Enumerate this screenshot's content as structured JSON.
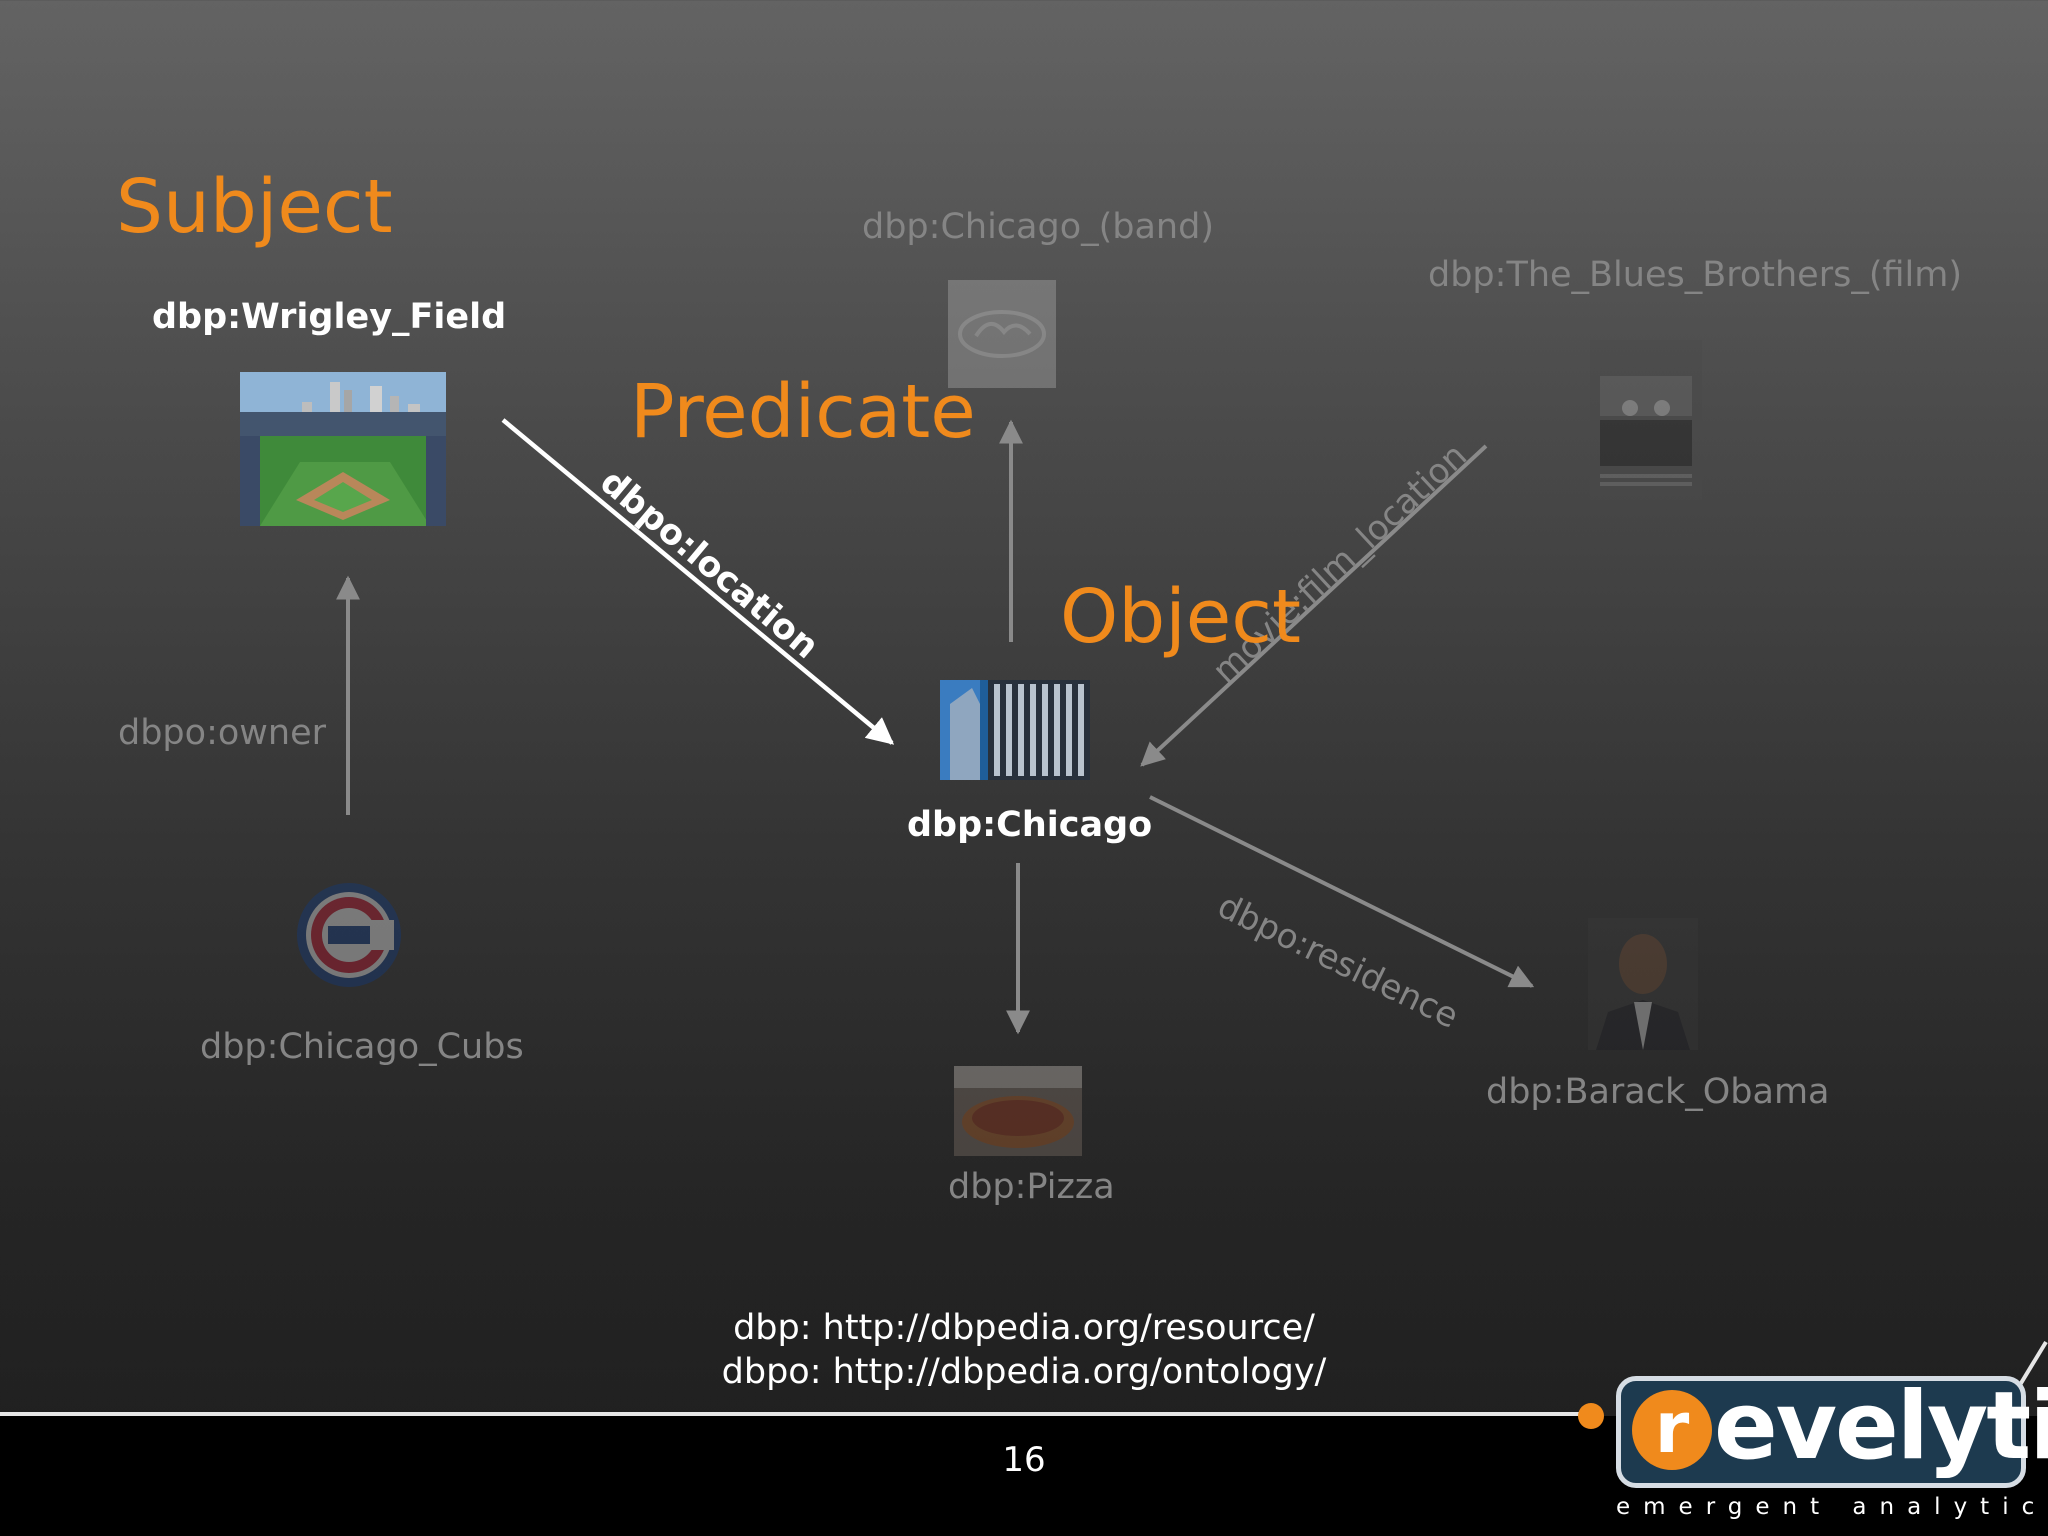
{
  "headings": {
    "subject": "Subject",
    "predicate": "Predicate",
    "object": "Object"
  },
  "nodes": {
    "wrigley_field": "dbp:Wrigley_Field",
    "chicago": "dbp:Chicago",
    "chicago_band": "dbp:Chicago_(band)",
    "blues_brothers": "dbp:The_Blues_Brothers_(film)",
    "chicago_cubs": "dbp:Chicago_Cubs",
    "pizza": "dbp:Pizza",
    "barack_obama": "dbp:Barack_Obama"
  },
  "edges": {
    "location": "dbpo:location",
    "owner": "dbpo:owner",
    "film_location": "movie:film_location",
    "residence": "dbpo:residence"
  },
  "prefixes": [
    "dbp: http://dbpedia.org/resource/",
    "dbpo: http://dbpedia.org/ontology/"
  ],
  "footer": {
    "page_number": "16",
    "logo_letter": "r",
    "logo_text": "evelytix",
    "tagline": "emergent analytics"
  },
  "colors": {
    "heading": "#f08a1c",
    "logo_orange": "#f08a1c",
    "logo_navy": "#1d3a4f"
  }
}
